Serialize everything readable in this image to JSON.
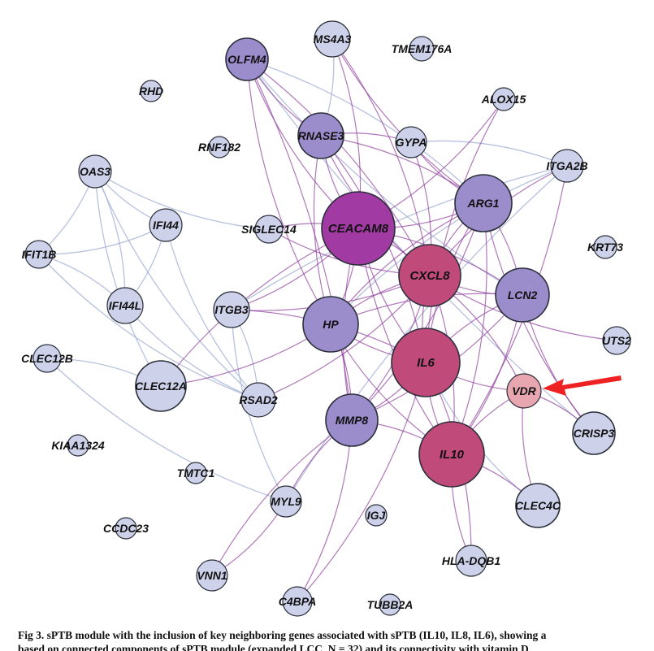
{
  "colors": {
    "peripheral_fill": "#cdd2ea",
    "mid_fill": "#9b8ccc",
    "ceacam8_fill": "#a23aa3",
    "hub_fill": "#c04a7a",
    "vdr_fill": "#e8a6b0",
    "node_stroke": "#2a2f3a",
    "edge_blue": "#aab6d8",
    "edge_purple": "#8e3f9c",
    "arrow": "#ee2222"
  },
  "nodes": [
    {
      "id": "OLFM4",
      "label": "OLFM4",
      "style": "mid"
    },
    {
      "id": "MS4A3",
      "label": "MS4A3",
      "style": "peripheral"
    },
    {
      "id": "TMEM176A",
      "label": "TMEM176A",
      "style": "peripheral"
    },
    {
      "id": "RHD",
      "label": "RHD",
      "style": "peripheral"
    },
    {
      "id": "ALOX15",
      "label": "ALOX15",
      "style": "peripheral"
    },
    {
      "id": "RNASE3",
      "label": "RNASE3",
      "style": "mid"
    },
    {
      "id": "GYPA",
      "label": "GYPA",
      "style": "peripheral"
    },
    {
      "id": "RNF182",
      "label": "RNF182",
      "style": "peripheral"
    },
    {
      "id": "OAS3",
      "label": "OAS3",
      "style": "peripheral"
    },
    {
      "id": "ITGA2B",
      "label": "ITGA2B",
      "style": "peripheral"
    },
    {
      "id": "ARG1",
      "label": "ARG1",
      "style": "mid"
    },
    {
      "id": "IFI44",
      "label": "IFI44",
      "style": "peripheral"
    },
    {
      "id": "SIGLEC14",
      "label": "SIGLEC14",
      "style": "peripheral"
    },
    {
      "id": "CEACAM8",
      "label": "CEACAM8",
      "style": "ceacam8"
    },
    {
      "id": "KRT73",
      "label": "KRT73",
      "style": "peripheral"
    },
    {
      "id": "IFIT1B",
      "label": "IFIT1B",
      "style": "peripheral"
    },
    {
      "id": "CXCL8",
      "label": "CXCL8",
      "style": "hub"
    },
    {
      "id": "LCN2",
      "label": "LCN2",
      "style": "mid"
    },
    {
      "id": "IFI44L",
      "label": "IFI44L",
      "style": "peripheral"
    },
    {
      "id": "ITGB3",
      "label": "ITGB3",
      "style": "peripheral"
    },
    {
      "id": "HP",
      "label": "HP",
      "style": "mid"
    },
    {
      "id": "UTS2",
      "label": "UTS2",
      "style": "peripheral"
    },
    {
      "id": "CLEC12B",
      "label": "CLEC12B",
      "style": "peripheral"
    },
    {
      "id": "IL6",
      "label": "IL6",
      "style": "hub"
    },
    {
      "id": "VDR",
      "label": "VDR",
      "style": "vdr"
    },
    {
      "id": "CLEC12A",
      "label": "CLEC12A",
      "style": "peripheral"
    },
    {
      "id": "RSAD2",
      "label": "RSAD2",
      "style": "peripheral"
    },
    {
      "id": "MMP8",
      "label": "MMP8",
      "style": "mid"
    },
    {
      "id": "CRISP3",
      "label": "CRISP3",
      "style": "peripheral"
    },
    {
      "id": "KIAA1324",
      "label": "KIAA1324",
      "style": "peripheral"
    },
    {
      "id": "IL10",
      "label": "IL10",
      "style": "hub"
    },
    {
      "id": "TMTC1",
      "label": "TMTC1",
      "style": "peripheral"
    },
    {
      "id": "MYL9",
      "label": "MYL9",
      "style": "peripheral"
    },
    {
      "id": "IGJ",
      "label": "IGJ",
      "style": "peripheral"
    },
    {
      "id": "CLEC4C",
      "label": "CLEC4C",
      "style": "peripheral"
    },
    {
      "id": "CCDC23",
      "label": "CCDC23",
      "style": "peripheral"
    },
    {
      "id": "HLA-DQB1",
      "label": "HLA-DQB1",
      "style": "peripheral"
    },
    {
      "id": "VNN1",
      "label": "VNN1",
      "style": "peripheral"
    },
    {
      "id": "C4BPA",
      "label": "C4BPA",
      "style": "peripheral"
    },
    {
      "id": "TUBB2A",
      "label": "TUBB2A",
      "style": "peripheral"
    }
  ],
  "edges_blue": [
    [
      "OAS3",
      "IFI44"
    ],
    [
      "OAS3",
      "IFI44L"
    ],
    [
      "OAS3",
      "RSAD2"
    ],
    [
      "OAS3",
      "IFIT1B"
    ],
    [
      "OAS3",
      "CLEC12A"
    ],
    [
      "IFI44",
      "IFI44L"
    ],
    [
      "IFI44",
      "RSAD2"
    ],
    [
      "IFI44",
      "IFIT1B"
    ],
    [
      "IFI44L",
      "RSAD2"
    ],
    [
      "IFIT1B",
      "IFI44L"
    ],
    [
      "IFIT1B",
      "RSAD2"
    ],
    [
      "CLEC12B",
      "CLEC12A"
    ],
    [
      "CLEC12B",
      "MYL9"
    ],
    [
      "ITGB3",
      "ITGA2B"
    ],
    [
      "ITGB3",
      "MYL9"
    ],
    [
      "ITGB3",
      "RSAD2"
    ],
    [
      "ITGA2B",
      "MYL9"
    ],
    [
      "OLFM4",
      "ARG1"
    ],
    [
      "OLFM4",
      "LCN2"
    ],
    [
      "MS4A3",
      "RNASE3"
    ],
    [
      "OLFM4",
      "CRISP3"
    ],
    [
      "CLEC4C",
      "IL6"
    ],
    [
      "OAS3",
      "SIGLEC14"
    ],
    [
      "GYPA",
      "ITGA2B"
    ],
    [
      "ITGA2B",
      "HP"
    ]
  ],
  "edges_purple": [
    [
      "OLFM4",
      "CEACAM8"
    ],
    [
      "OLFM4",
      "CXCL8"
    ],
    [
      "OLFM4",
      "RNASE3"
    ],
    [
      "OLFM4",
      "MMP8"
    ],
    [
      "OLFM4",
      "HP"
    ],
    [
      "MS4A3",
      "CEACAM8"
    ],
    [
      "MS4A3",
      "ARG1"
    ],
    [
      "MS4A3",
      "CXCL8"
    ],
    [
      "RNASE3",
      "CEACAM8"
    ],
    [
      "RNASE3",
      "ARG1"
    ],
    [
      "RNASE3",
      "CXCL8"
    ],
    [
      "RNASE3",
      "IL6"
    ],
    [
      "RNASE3",
      "HP"
    ],
    [
      "RNASE3",
      "GYPA"
    ],
    [
      "GYPA",
      "ARG1"
    ],
    [
      "GYPA",
      "CXCL8"
    ],
    [
      "ALOX15",
      "IL6"
    ],
    [
      "ALOX15",
      "CEACAM8"
    ],
    [
      "ITGA2B",
      "CXCL8"
    ],
    [
      "ITGA2B",
      "IL10"
    ],
    [
      "CEACAM8",
      "ARG1"
    ],
    [
      "CEACAM8",
      "CXCL8"
    ],
    [
      "CEACAM8",
      "IL6"
    ],
    [
      "CEACAM8",
      "HP"
    ],
    [
      "CEACAM8",
      "MMP8"
    ],
    [
      "CEACAM8",
      "LCN2"
    ],
    [
      "CEACAM8",
      "IL10"
    ],
    [
      "CEACAM8",
      "ITGB3"
    ],
    [
      "ARG1",
      "CXCL8"
    ],
    [
      "ARG1",
      "LCN2"
    ],
    [
      "ARG1",
      "IL6"
    ],
    [
      "ARG1",
      "IL10"
    ],
    [
      "ARG1",
      "HP"
    ],
    [
      "ARG1",
      "MMP8"
    ],
    [
      "CXCL8",
      "IL6"
    ],
    [
      "CXCL8",
      "IL10"
    ],
    [
      "CXCL8",
      "HP"
    ],
    [
      "CXCL8",
      "MMP8"
    ],
    [
      "CXCL8",
      "LCN2"
    ],
    [
      "CXCL8",
      "VDR"
    ],
    [
      "LCN2",
      "IL6"
    ],
    [
      "LCN2",
      "MMP8"
    ],
    [
      "LCN2",
      "CRISP3"
    ],
    [
      "LCN2",
      "IL10"
    ],
    [
      "HP",
      "IL6"
    ],
    [
      "HP",
      "MMP8"
    ],
    [
      "HP",
      "IL10"
    ],
    [
      "HP",
      "CLEC12A"
    ],
    [
      "IL6",
      "IL10"
    ],
    [
      "IL6",
      "MMP8"
    ],
    [
      "IL6",
      "VDR"
    ],
    [
      "IL10",
      "VDR"
    ],
    [
      "IL10",
      "MMP8"
    ],
    [
      "IL10",
      "CLEC4C"
    ],
    [
      "IL10",
      "HLA-DQB1"
    ],
    [
      "IL6",
      "HLA-DQB1"
    ],
    [
      "MMP8",
      "VNN1"
    ],
    [
      "MMP8",
      "C4BPA"
    ],
    [
      "MMP8",
      "MYL9"
    ],
    [
      "MYL9",
      "VNN1"
    ],
    [
      "C4BPA",
      "IL6"
    ],
    [
      "SIGLEC14",
      "CEACAM8"
    ],
    [
      "SIGLEC14",
      "CXCL8"
    ],
    [
      "ITGB3",
      "IL6"
    ],
    [
      "ITGB3",
      "CXCL8"
    ],
    [
      "CLEC12A",
      "CEACAM8"
    ],
    [
      "RSAD2",
      "CXCL8"
    ],
    [
      "VDR",
      "CRISP3"
    ],
    [
      "VDR",
      "CLEC4C"
    ],
    [
      "UTS2",
      "CXCL8"
    ],
    [
      "ARG1",
      "CRISP3"
    ],
    [
      "HP",
      "LCN2"
    ]
  ],
  "caption": {
    "label": "Fig 3.",
    "title": "sPTB module with the inclusion of key neighboring genes associated with sPTB (IL10, IL8, IL6), showing a",
    "cut_line": "based on connected components of sPTB module (expanded LCC, N = 32) and its connectivity with vitamin D"
  }
}
